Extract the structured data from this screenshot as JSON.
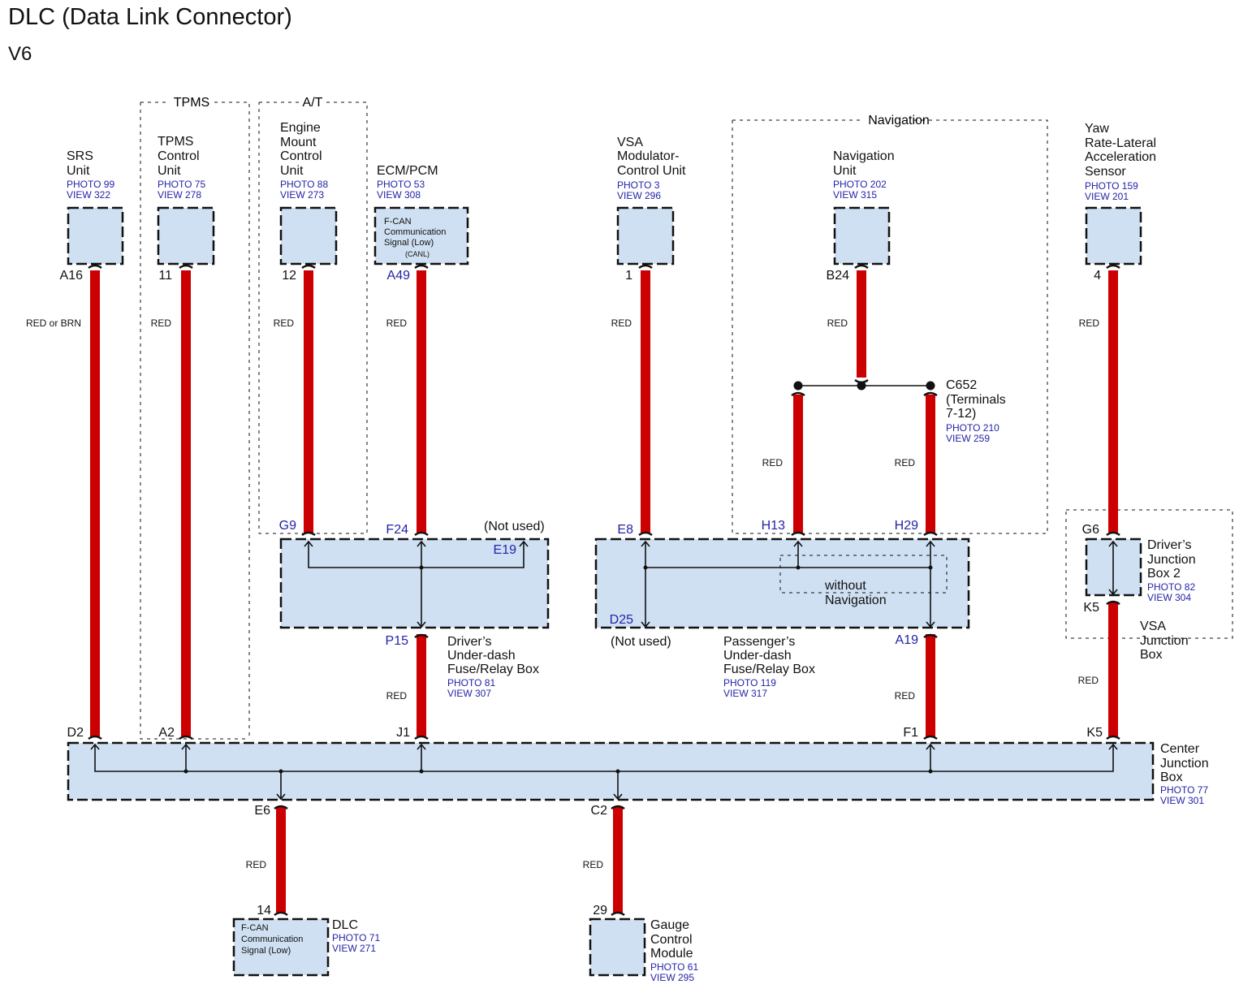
{
  "header": {
    "title": "DLC (Data Link Connector)",
    "subtitle": "V6"
  },
  "colors": {
    "wire": "#cc0000",
    "box_fill": "#cfe0f2",
    "ref_text": "#2323a8",
    "ink": "#111111"
  },
  "groups": {
    "tpms": "TPMS",
    "at": "A/T",
    "navigation": "Navigation",
    "without_nav": [
      "without",
      "Navigation"
    ],
    "vsa_jb": [
      "VSA",
      "Junction",
      "Box"
    ]
  },
  "components": {
    "srs": {
      "name": [
        "SRS",
        "Unit"
      ],
      "photo": "PHOTO 99",
      "view": "VIEW 322",
      "pin": "A16"
    },
    "tpms": {
      "name": [
        "TPMS",
        "Control",
        "Unit"
      ],
      "photo": "PHOTO 75",
      "view": "VIEW 278",
      "pin": "11"
    },
    "engine_mount": {
      "name": [
        "Engine",
        "Mount",
        "Control",
        "Unit"
      ],
      "photo": "PHOTO 88",
      "view": "VIEW 273",
      "pin": "12"
    },
    "ecm": {
      "name": [
        "ECM/PCM"
      ],
      "photo": "PHOTO 53",
      "view": "VIEW 308",
      "pin": "A49",
      "inner": [
        "F-CAN",
        "Communication",
        "Signal (Low)",
        "(CANL)"
      ]
    },
    "vsa": {
      "name": [
        "VSA",
        "Modulator-",
        "Control Unit"
      ],
      "photo": "PHOTO 3",
      "view": "VIEW 296",
      "pin": "1"
    },
    "nav": {
      "name": [
        "Navigation",
        "Unit"
      ],
      "photo": "PHOTO 202",
      "view": "VIEW 315",
      "pin": "B24"
    },
    "yaw": {
      "name": [
        "Yaw",
        "Rate-Lateral",
        "Acceleration",
        "Sensor"
      ],
      "photo": "PHOTO 159",
      "view": "VIEW 201",
      "pin": "4"
    },
    "c652": {
      "name": [
        "C652",
        "(Terminals",
        "7-12)"
      ],
      "photo": "PHOTO 210",
      "view": "VIEW 259"
    },
    "drivers_fuse": {
      "name": [
        "Driver’s",
        "Under-dash",
        "Fuse/Relay Box"
      ],
      "photo": "PHOTO 81",
      "view": "VIEW 307",
      "pins": {
        "g9": "G9",
        "f24": "F24",
        "e19": "E19",
        "p15": "P15"
      },
      "not_used": "(Not used)"
    },
    "pass_fuse": {
      "name": [
        "Passenger’s",
        "Under-dash",
        "Fuse/Relay Box"
      ],
      "photo": "PHOTO 119",
      "view": "VIEW 317",
      "pins": {
        "e8": "E8",
        "h13": "H13",
        "h29": "H29",
        "d25": "D25",
        "a19": "A19"
      },
      "not_used": "(Not used)"
    },
    "djb2": {
      "name": [
        "Driver’s",
        "Junction",
        "Box 2"
      ],
      "photo": "PHOTO 82",
      "view": "VIEW 304",
      "pins": {
        "g6": "G6",
        "k5": "K5"
      }
    },
    "cjb": {
      "name": [
        "Center",
        "Junction",
        "Box"
      ],
      "photo": "PHOTO 77",
      "view": "VIEW 301",
      "pins": {
        "d2": "D2",
        "a2": "A2",
        "j1": "J1",
        "f1": "F1",
        "k5": "K5",
        "e6": "E6",
        "c2": "C2"
      }
    },
    "dlc": {
      "name": [
        "DLC"
      ],
      "photo": "PHOTO 71",
      "view": "VIEW 271",
      "pin": "14",
      "inner": [
        "F-CAN",
        "Communication",
        "Signal (Low)"
      ]
    },
    "gauge": {
      "name": [
        "Gauge",
        "Control",
        "Module"
      ],
      "photo": "PHOTO 61",
      "view": "VIEW 295",
      "pin": "29"
    }
  },
  "wire_colors": {
    "srs": "RED or BRN",
    "tpms": "RED",
    "engine_mount": "RED",
    "ecm": "RED",
    "vsa": "RED",
    "nav": "RED",
    "h13": "RED",
    "h29": "RED",
    "yaw": "RED",
    "p15": "RED",
    "a19": "RED",
    "k5": "RED",
    "e6": "RED",
    "c2": "RED"
  }
}
